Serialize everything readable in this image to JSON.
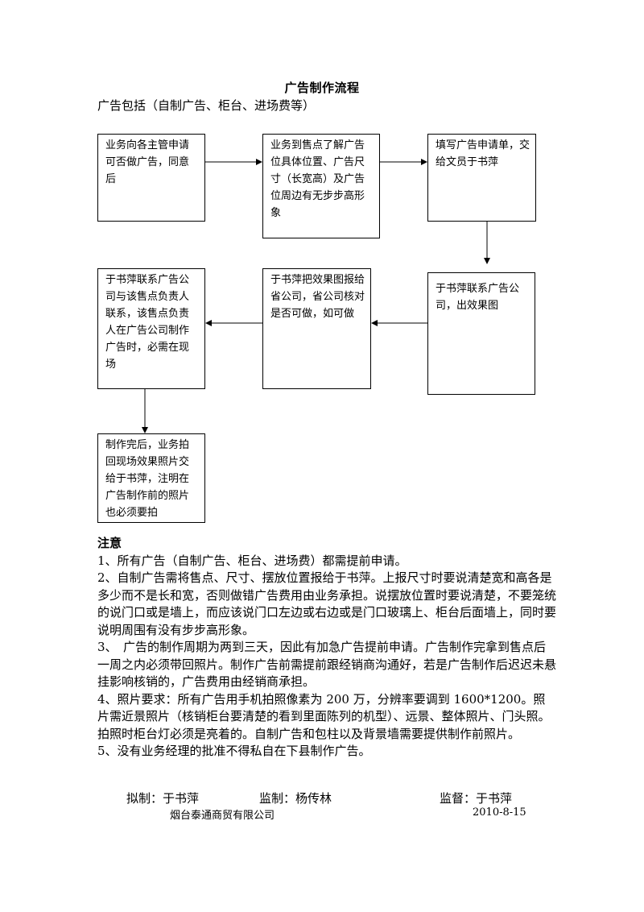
{
  "document": {
    "title": "广告制作流程",
    "subtitle": "广告包括（自制广告、柜台、进场费等）"
  },
  "flow": {
    "step1": "业务向各主管申请可否做广告，同意后",
    "step2": "业务到售点了解广告位具体位置、广告尺寸（长宽高）及广告位周边有无步步高形象",
    "step3": "填写广告申请单，交给文员于书萍",
    "step4": "于书萍联系广告公司，出效果图",
    "step5": "于书萍把效果图报给省公司，省公司核对是否可做，如可做",
    "step6": "于书萍联系广告公司与该售点负责人联系，该售点负责人在广告公司制作广告时，必需在现场",
    "step7": "制作完后，业务拍回现场效果照片交给于书萍，注明在广告制作前的照片也必须要拍"
  },
  "notes": {
    "heading": "注意",
    "items": [
      "1、所有广告（自制广告、柜台、进场费）都需提前申请。",
      "2、自制广告需将售点、尺寸、摆放位置报给于书萍。上报尺寸时要说清楚宽和高各是多少而不是长和宽，否则做错广告费用由业务承担。说摆放位置时要说清楚，不要笼统的说门口或是墙上，而应该说门口左边或右边或是门口玻璃上、柜台后面墙上，同时要说明周围有没有步步高形象。",
      "3、　广告的制作周期为两到三天，因此有加急广告提前申请。广告制作完拿到售点后一周之内必须带回照片。制作广告前需提前跟经销商沟通好，若是广告制作后迟迟未悬挂影响核销的，广告费用由经销商承担。",
      "4、照片要求：所有广告用手机拍照像素为 200 万，分辨率要调到 1600*1200。照片需近景照片（核销柜台要清楚的看到里面陈列的机型）、远景、整体照片、门头照。拍照时柜台灯必须是亮着的。自制广告和包柱以及背景墙需要提供制作前照片。",
      "5、没有业务经理的批准不得私自在下县制作广告。"
    ]
  },
  "footer": {
    "drafter": "拟制：于书萍",
    "supervisor": "监制：杨传林",
    "overseer": "监督：于书萍",
    "company": "烟台泰通商贸有限公司",
    "date": "2010-8-15"
  }
}
